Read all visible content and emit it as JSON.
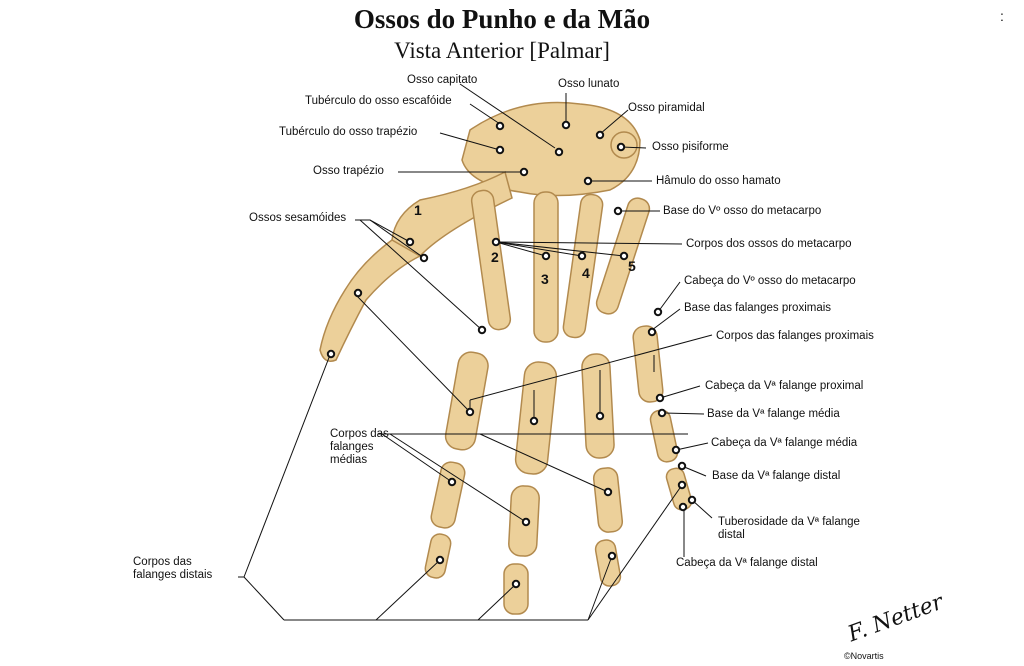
{
  "title": "Ossos do Punho e da Mão",
  "subtitle": "Vista Anterior [Palmar]",
  "corner_mark": ":",
  "colors": {
    "bone": "#ecd09a",
    "bone_shadow": "#c9a468",
    "line": "#111111"
  },
  "labels": {
    "capitato": "Osso capitato",
    "lunato": "Osso lunato",
    "tuberculo_escafoide": "Tubérculo do osso escafóide",
    "piramidal": "Osso piramidal",
    "tuberculo_trapezio": "Tubérculo do osso trapézio",
    "pisiforme": "Osso pisiforme",
    "trapezio": "Osso trapézio",
    "hamulo": "Hâmulo do osso hamato",
    "sesamoides": "Ossos sesamóides",
    "base_v_metacarpo": "Base do Vº osso do metacarpo",
    "corpos_metacarpo": "Corpos dos ossos do metacarpo",
    "cabeca_v_metacarpo": "Cabeça do Vº osso do metacarpo",
    "base_falanges_proximais": "Base das falanges proximais",
    "corpos_falanges_proximais": "Corpos das falanges proximais",
    "cabeca_v_falange_proximal": "Cabeça da Vª falange proximal",
    "base_v_falange_media": "Base da Vª falange média",
    "cabeca_v_falange_media": "Cabeça da Vª falange média",
    "base_v_falange_distal": "Base da Vª falange distal",
    "corpos_falanges_medias": "Corpos das falanges médias",
    "tuberosidade_v_falange_distal": "Tuberosidade da Vª falange distal",
    "corpos_falanges_distais": "Corpos das falanges distais",
    "cabeca_v_falange_distal": "Cabeça da Vª falange distal"
  },
  "metacarpal_numbers": [
    "1",
    "2",
    "3",
    "4",
    "5"
  ],
  "signature": "F. Netter",
  "copyright": "©Novartis"
}
